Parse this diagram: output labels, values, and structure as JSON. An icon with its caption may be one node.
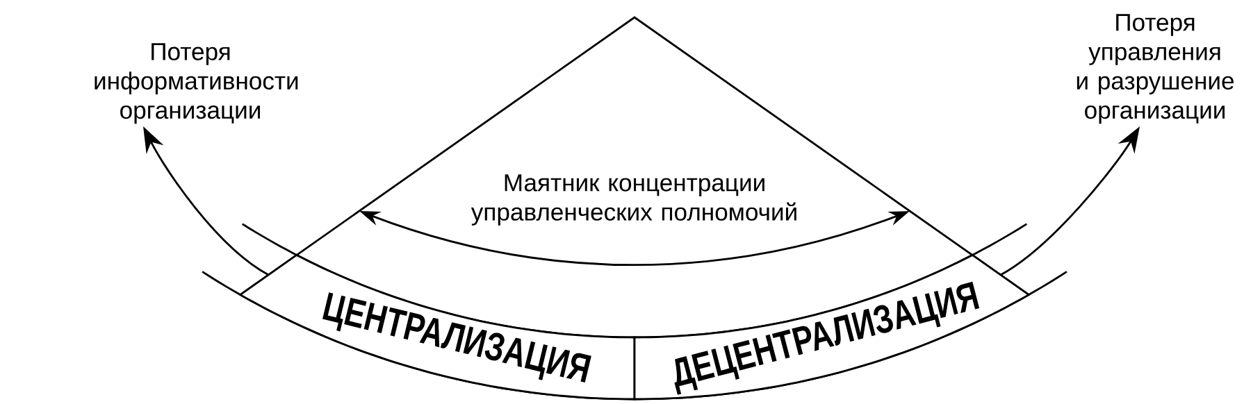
{
  "diagram": {
    "nodes": [
      {
        "text": [
          "Потеря информативности организации"
        ]
      },
      {
        "text": [
          "Маятник концентрации управленческих полномочий"
        ]
      },
      {
        "text": [
          "Потеря управления и разрушение организации"
        ]
      },
      {
        "text": [
          "ЦЕНТРАЛИЗАЦИЯ"
        ]
      },
      {
        "text": [
          "ДЕЦЕНТРАЛИЗАЦИЯ"
        ]
      }
    ],
    "edges": [
      {
        "from": 3,
        "to": 0,
        "arrow": "to"
      },
      {
        "from": 4,
        "to": 2,
        "arrow": "to"
      }
    ]
  }
}
